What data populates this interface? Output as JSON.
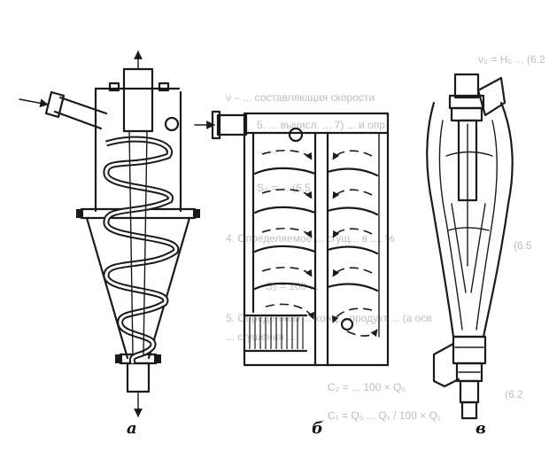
{
  "labels": {
    "fig_a": "а",
    "fig_b": "б",
    "fig_c": "в"
  },
  "background_text": [
    "ν₀ = H₀ ...  (6.2",
    "ν – ... составляющая скорости",
    "5. ... вычисл. ... 7) ... и опр",
    "... ...",
    "S₀ = ... (6.5",
    "4. Определяемое ... сгущ... в ..., %",
    "(6.5",
    "S₂ = 100 ...",
    "5. Определяем ... конц... продукт ... (а осв",
    "... сгущения ...",
    "(6.2",
    "C₂ = ... 100 × Q₀",
    "C₁ = Q₀ ... Q₁ / 100 × Q₁"
  ]
}
